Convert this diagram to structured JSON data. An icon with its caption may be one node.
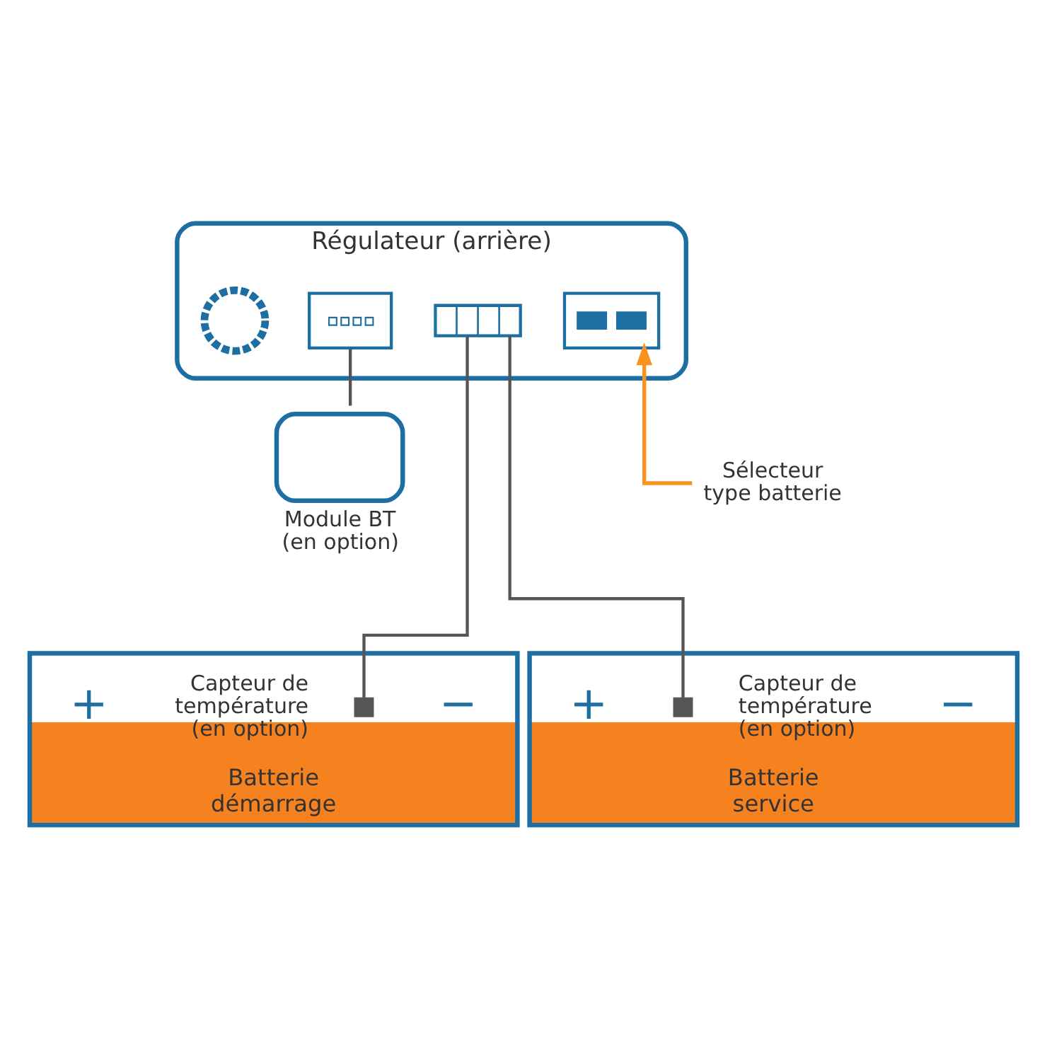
{
  "diagram": {
    "nodes": [
      {
        "text": [
          "Régulateur (arrière)"
        ]
      },
      {
        "text": [],
        "shape": "circle",
        "in": 0
      },
      {
        "text": [],
        "shape": "box",
        "in": 0
      },
      {
        "text": [],
        "shape": "box",
        "in": 0
      },
      {
        "text": [],
        "shape": "box",
        "in": 0
      },
      {
        "text": [
          "Sélecteur type batterie"
        ]
      },
      {
        "text": [
          "Module BT (en option)"
        ]
      },
      {
        "text": [
          "Batterie démarrage"
        ]
      },
      {
        "text": [],
        "shape": "box",
        "in": 7,
        "beside": [
          "Capteur de température (en option)"
        ]
      },
      {
        "text": [
          "Batterie service"
        ]
      },
      {
        "text": [],
        "shape": "box",
        "in": 9,
        "beside": [
          "Capteur de température (en option)"
        ]
      }
    ],
    "edges": [
      {
        "from": 2,
        "to": 6,
        "arrow": "none"
      },
      {
        "from": 3,
        "to": 8,
        "arrow": "none"
      },
      {
        "from": 3,
        "to": 10,
        "arrow": "none"
      },
      {
        "from": 5,
        "to": 4,
        "arrow": "to",
        "color": "#f7931e"
      }
    ],
    "labels": [
      "+",
      "−",
      "+",
      "−"
    ]
  }
}
